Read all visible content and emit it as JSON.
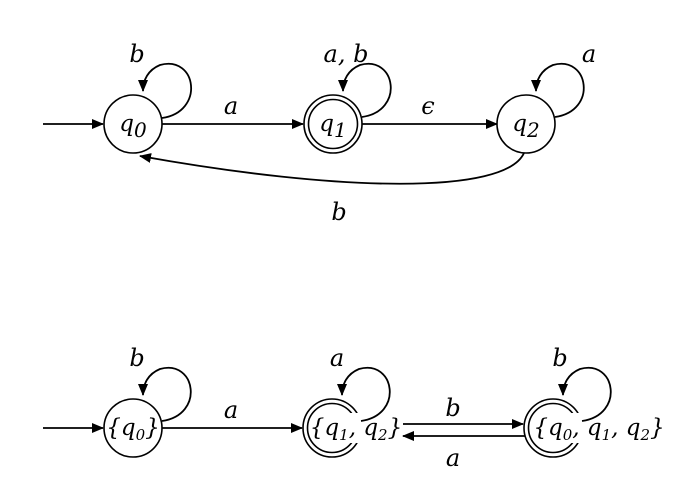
{
  "nfa": {
    "states": [
      {
        "id": "q0",
        "name": "q",
        "sub": "0"
      },
      {
        "id": "q1",
        "name": "q",
        "sub": "1"
      },
      {
        "id": "q2",
        "name": "q",
        "sub": "2"
      }
    ],
    "edges": {
      "q0_loop": "b",
      "q0_q1": "a",
      "q1_loop": "a, b",
      "q1_q2": "ϵ",
      "q2_loop": "a",
      "q2_q0": "b"
    }
  },
  "dfa": {
    "states": [
      {
        "id": "s0",
        "parts": [
          "{",
          "q",
          "0",
          "}"
        ]
      },
      {
        "id": "s1",
        "parts": [
          "{",
          "q",
          "1",
          ", ",
          "q",
          "2",
          "}"
        ]
      },
      {
        "id": "s2",
        "parts": [
          "{",
          "q",
          "0",
          ", ",
          "q",
          "1",
          ", ",
          "q",
          "2",
          "}"
        ]
      }
    ],
    "edges": {
      "s0_loop": "b",
      "s0_s1": "a",
      "s1_loop": "a",
      "s1_s2": "b",
      "s2_s1": "a",
      "s2_loop": "b"
    }
  }
}
